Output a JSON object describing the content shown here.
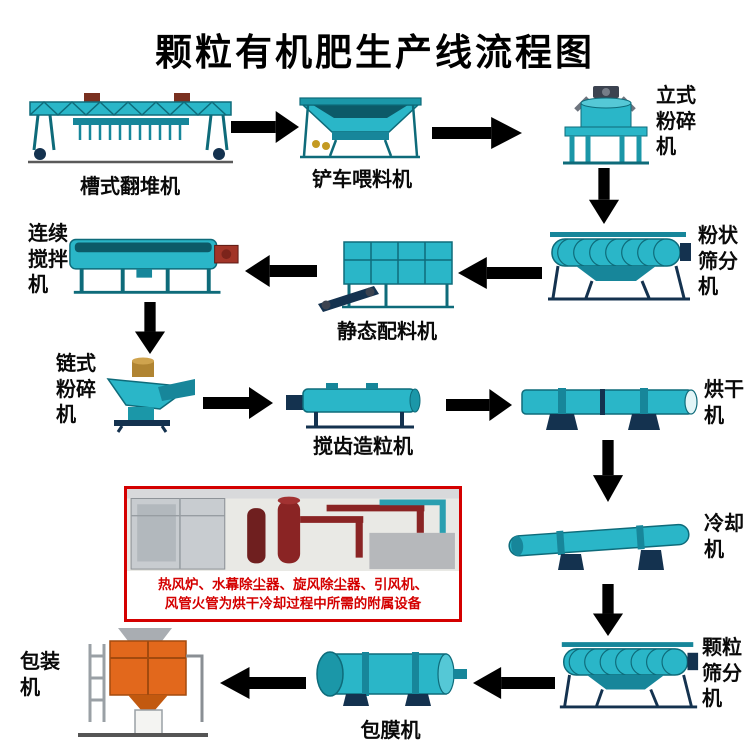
{
  "title": "颗粒有机肥生产线流程图",
  "labels": {
    "trough_turner": "槽式翻堆机",
    "forklift_feeder": "铲车喂料机",
    "vertical_crusher": "立式粉碎机",
    "powder_screener": "粉状筛分机",
    "static_batcher": "静态配料机",
    "continuous_mixer": "连续搅拌机",
    "chain_crusher": "链式粉碎机",
    "stirring_granulator": "搅齿造粒机",
    "dryer": "烘干机",
    "cooler": "冷却机",
    "granule_screener": "颗粒筛分机",
    "coating_machine": "包膜机",
    "packing_machine": "包装机"
  },
  "aux_box": {
    "caption_line1": "热风炉、水幕除尘器、旋风除尘器、引风机、",
    "caption_line2": "风管火管为烘干冷却过程中所需的附属设备"
  },
  "colors": {
    "machine_teal": "#2ab6c8",
    "machine_teal_dark": "#17869a",
    "packing_orange": "#e2681c",
    "arrow_black": "#000000",
    "caption_red": "#d40000",
    "box_border_red": "#d40000"
  }
}
